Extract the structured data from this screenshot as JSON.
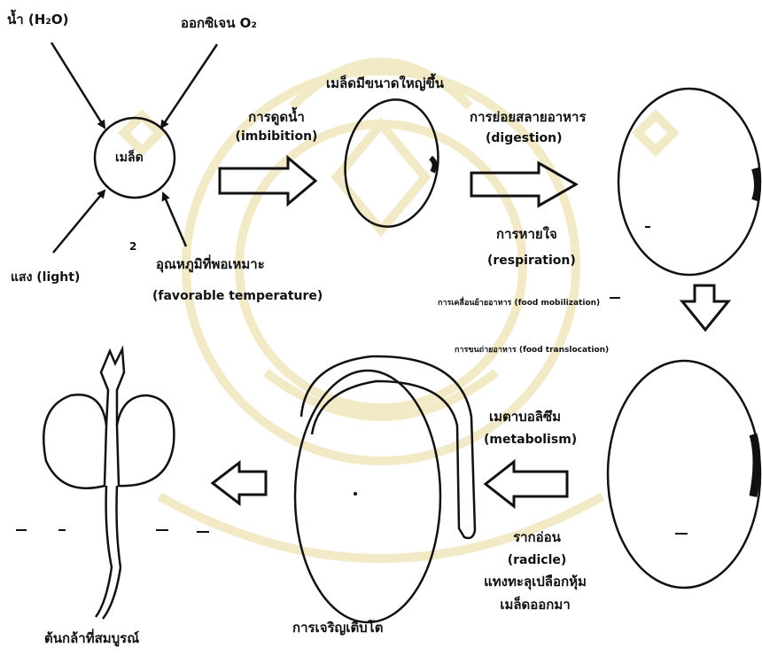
{
  "background": {
    "watermark_color": "#f3ecc9"
  },
  "inputs": {
    "water": "น้ำ (H₂O)",
    "oxygen": "ออกซิเจน O₂",
    "light": "แสง (light)",
    "temperature_th": "อุณหภูมิที่พอเหมาะ",
    "temperature_en": "(favorable temperature)",
    "seed": "เมล็ด",
    "stray_mark": "2"
  },
  "stage_swell": {
    "caption": "เมล็ดมีขนาดใหญ่ขึ้น",
    "process_th": "การดูดน้ำ",
    "process_en": "(imbibition)"
  },
  "stage_digest": {
    "digestion_th": "การย่อยสลายอาหาร",
    "digestion_en": "(digestion)",
    "respiration_th": "การหายใจ",
    "respiration_en": "(respiration)",
    "mobilization": "การเคลื่อนย้ายอาหาร (food mobilization)",
    "translocation": "การขนถ่ายอาหาร (food translocation)"
  },
  "stage_radicle": {
    "metabolism_th": "เมตาบอลิซึม",
    "metabolism_en": "(metabolism)",
    "radicle_th": "รากอ่อน",
    "radicle_en": "(radicle)",
    "radicle_desc_1": "แทงทะลุเปลือกหุ้ม",
    "radicle_desc_2": "เมล็ดออกมา"
  },
  "stage_growth": {
    "caption": "การเจริญเติบโต"
  },
  "stage_seedling": {
    "caption": "ต้นกล้าที่สมบูรณ์"
  }
}
